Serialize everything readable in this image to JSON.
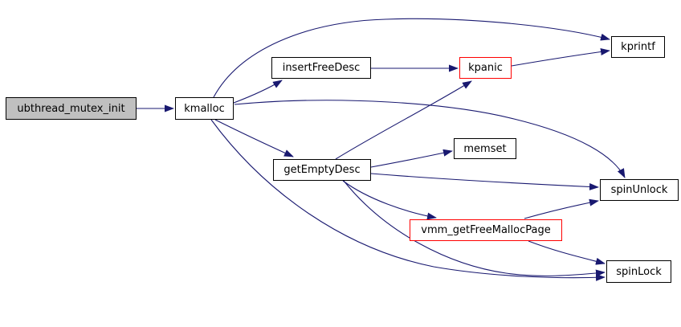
{
  "graph": {
    "type": "call-graph",
    "background_color": "#ffffff",
    "edge_color": "#191970",
    "node_fill_color": "#ffffff",
    "node_border_color": "#000000",
    "root_node_fill_color": "#c0c0c0",
    "highlight_node_border_color": "#ff0000",
    "nodes": [
      {
        "id": "ubthread_mutex_init",
        "label": "ubthread_mutex_init",
        "role": "root"
      },
      {
        "id": "kmalloc",
        "label": "kmalloc",
        "role": "normal"
      },
      {
        "id": "insertFreeDesc",
        "label": "insertFreeDesc",
        "role": "normal"
      },
      {
        "id": "kpanic",
        "label": "kpanic",
        "role": "highlight"
      },
      {
        "id": "kprintf",
        "label": "kprintf",
        "role": "normal"
      },
      {
        "id": "getEmptyDesc",
        "label": "getEmptyDesc",
        "role": "normal"
      },
      {
        "id": "memset",
        "label": "memset",
        "role": "normal"
      },
      {
        "id": "spinUnlock",
        "label": "spinUnlock",
        "role": "normal"
      },
      {
        "id": "vmm_getFreeMallocPage",
        "label": "vmm_getFreeMallocPage",
        "role": "highlight"
      },
      {
        "id": "spinLock",
        "label": "spinLock",
        "role": "normal"
      }
    ],
    "edges": [
      {
        "from": "ubthread_mutex_init",
        "to": "kmalloc"
      },
      {
        "from": "kmalloc",
        "to": "insertFreeDesc"
      },
      {
        "from": "kmalloc",
        "to": "kprintf"
      },
      {
        "from": "kmalloc",
        "to": "getEmptyDesc"
      },
      {
        "from": "kmalloc",
        "to": "spinUnlock"
      },
      {
        "from": "kmalloc",
        "to": "spinLock"
      },
      {
        "from": "insertFreeDesc",
        "to": "kpanic"
      },
      {
        "from": "kpanic",
        "to": "kprintf"
      },
      {
        "from": "getEmptyDesc",
        "to": "kpanic"
      },
      {
        "from": "getEmptyDesc",
        "to": "memset"
      },
      {
        "from": "getEmptyDesc",
        "to": "spinUnlock"
      },
      {
        "from": "getEmptyDesc",
        "to": "vmm_getFreeMallocPage"
      },
      {
        "from": "getEmptyDesc",
        "to": "spinLock"
      },
      {
        "from": "vmm_getFreeMallocPage",
        "to": "spinUnlock"
      },
      {
        "from": "vmm_getFreeMallocPage",
        "to": "spinLock"
      }
    ]
  }
}
